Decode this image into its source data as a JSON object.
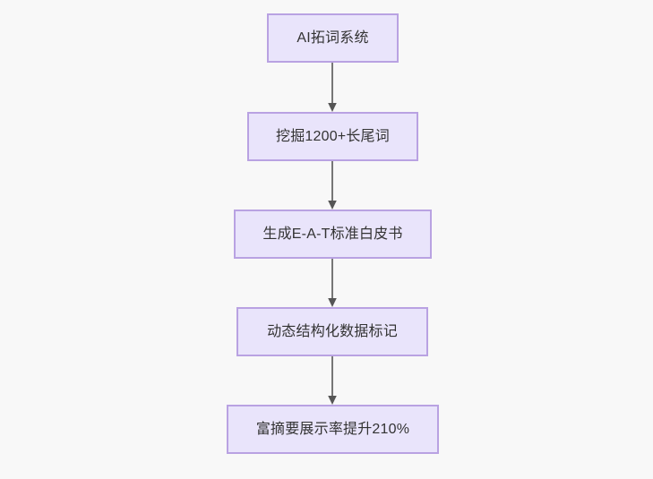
{
  "diagram": {
    "type": "flowchart",
    "direction": "top-to-bottom",
    "background_color": "#f8f8f8",
    "node_fill_color": "#e9e4fb",
    "node_border_color": "#b9a2e2",
    "node_text_color": "#333333",
    "edge_color": "#777777",
    "nodes": [
      {
        "id": "n1",
        "label": "AI拓词系统"
      },
      {
        "id": "n2",
        "label": "挖掘1200+长尾词"
      },
      {
        "id": "n3",
        "label": "生成E-A-T标准白皮书"
      },
      {
        "id": "n4",
        "label": "动态结构化数据标记"
      },
      {
        "id": "n5",
        "label": "富摘要展示率提升210%"
      }
    ],
    "edges": [
      {
        "id": "e1",
        "from": "n1",
        "to": "n2",
        "arrow": "arrowhead-down-icon"
      },
      {
        "id": "e2",
        "from": "n2",
        "to": "n3",
        "arrow": "arrowhead-down-icon"
      },
      {
        "id": "e3",
        "from": "n3",
        "to": "n4",
        "arrow": "arrowhead-down-icon"
      },
      {
        "id": "e4",
        "from": "n4",
        "to": "n5",
        "arrow": "arrowhead-down-icon"
      }
    ]
  }
}
